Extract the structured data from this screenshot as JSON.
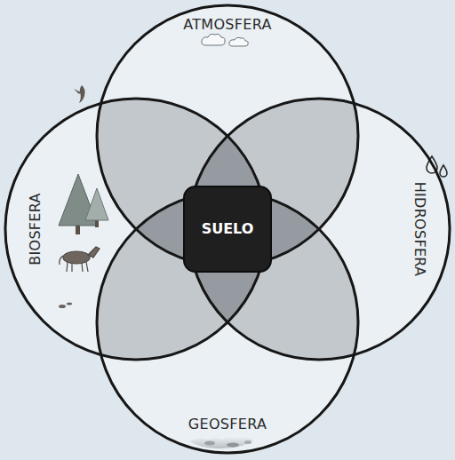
{
  "diagram": {
    "nodes": [
      {
        "text": [
          "ATMOSFERA"
        ]
      },
      {
        "text": [
          "BIOSFERA"
        ]
      },
      {
        "text": [
          "SUELO"
        ]
      },
      {
        "text": [
          "HIDROSFERA"
        ]
      },
      {
        "text": [
          "GEOSFERA"
        ]
      }
    ]
  }
}
